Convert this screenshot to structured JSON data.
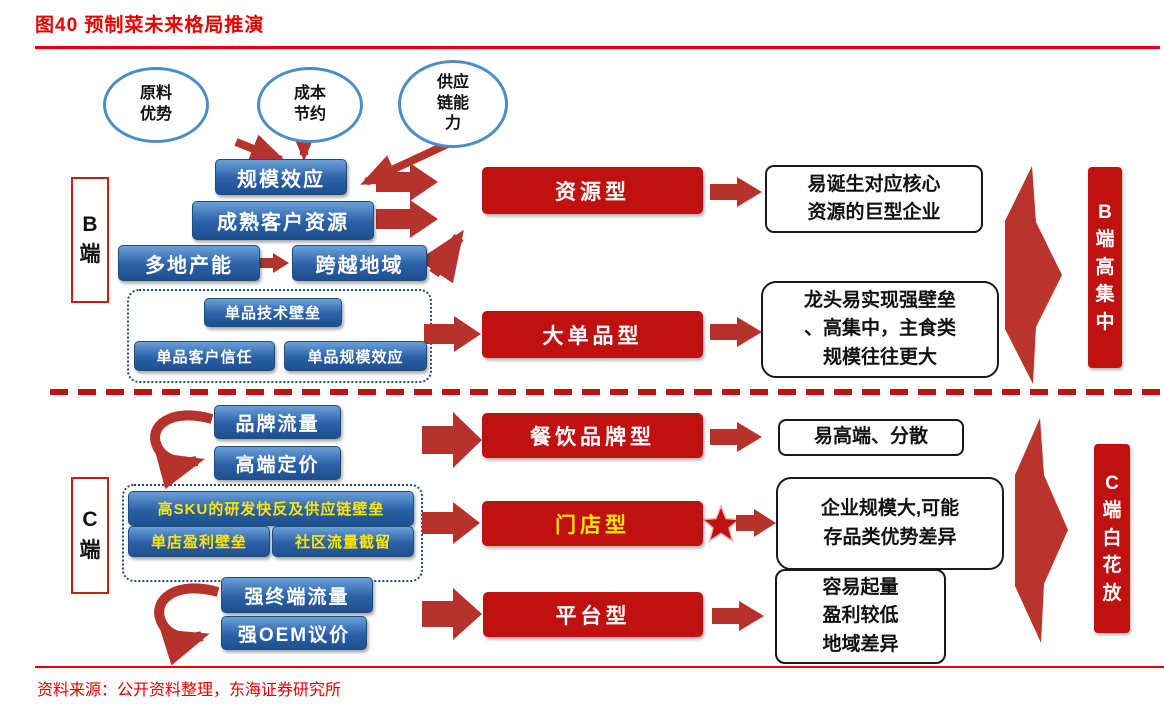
{
  "title": "图40  预制菜未来格局推演",
  "source": "资料来源：公开资料整理，东海证券研究所",
  "colors": {
    "accent_red": "#c01111",
    "arrow_red": "#b5332c",
    "box_blue": "#2e74b5",
    "oval_border_blue": "#4b8ec6",
    "highlight_yellow": "#ffe600"
  },
  "ovals": [
    {
      "text": "原料\n优势"
    },
    {
      "text": "成本\n节约"
    },
    {
      "text": "供应\n链能\n力"
    }
  ],
  "b": {
    "label": "B端",
    "scale_effect": "规模效应",
    "mature_customers": "成熟客户资源",
    "multi_capacity": "多地产能",
    "cross_region": "跨越地域",
    "single_tech": "单品技术壁垒",
    "single_trust": "单品客户信任",
    "single_scale": "单品规模效应",
    "type_resource": "资源型",
    "type_big_single": "大单品型",
    "outcome_resource": "易诞生对应核心\n资源的巨型企业",
    "outcome_big_single": "龙头易实现强壁垒\n、高集中，主食类\n规模往往更大",
    "banner": "B端高集中"
  },
  "c": {
    "label": "C端",
    "brand_traffic": "品牌流量",
    "premium_pricing": "高端定价",
    "sku_barrier": "高SKU的研发快反及供应链壁垒",
    "store_profit": "单店盈利壁垒",
    "community_traffic": "社区流量截留",
    "strong_terminal": "强终端流量",
    "strong_oem": "强OEM议价",
    "type_restaurant": "餐饮品牌型",
    "type_store": "门店型",
    "type_platform": "平台型",
    "outcome_restaurant": "易高端、分散",
    "outcome_store": "企业规模大,可能\n存品类优势差异",
    "outcome_platform": "容易起量\n盈利较低\n地域差异",
    "banner": "C端白花放"
  }
}
